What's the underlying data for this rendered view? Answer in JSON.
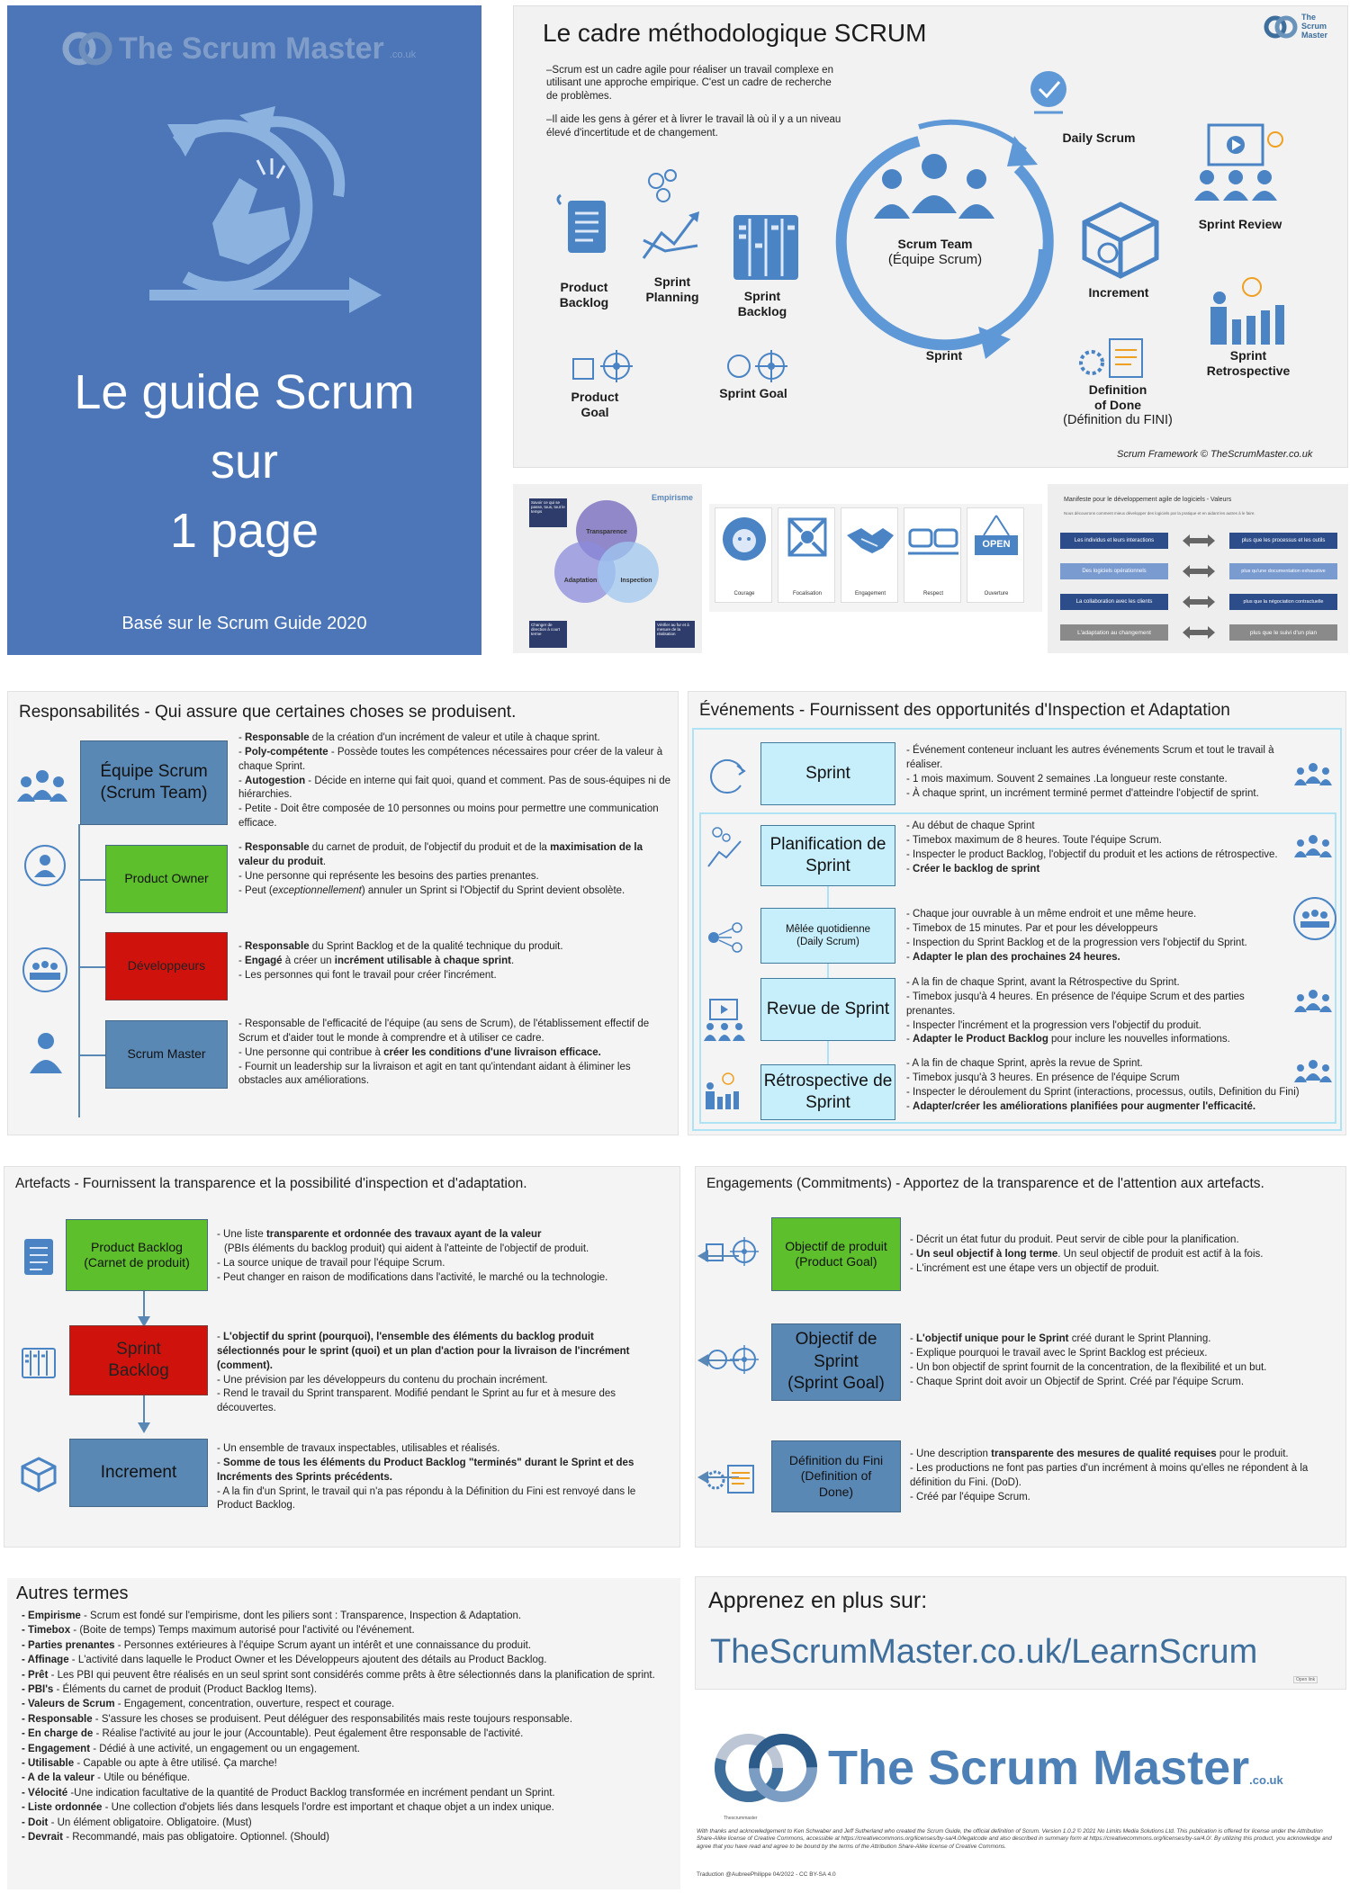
{
  "cover": {
    "brand": "The Scrum Master",
    "brand_suffix": ".co.uk",
    "title_line1": "Le guide Scrum",
    "title_line2": "sur",
    "title_line3": "1 page",
    "subtitle": "Basé sur le Scrum Guide 2020"
  },
  "framework": {
    "title": "Le cadre méthodologique SCRUM",
    "logo_text": "The Scrum Master",
    "intro1": "–Scrum est un cadre agile pour réaliser un travail complexe en utilisant une approche empirique. C'est un cadre de recherche de problèmes.",
    "intro2": "–Il aide les gens à gérer et à livrer le travail là où il y a un niveau élevé d'incertitude et de changement.",
    "product_backlog": "Product Backlog",
    "sprint_planning": "Sprint Planning",
    "sprint_backlog": "Sprint Backlog",
    "product_goal": "Product Goal",
    "sprint_goal": "Sprint Goal",
    "scrum_team": "Scrum Team",
    "scrum_team_fr": "(Équipe Scrum)",
    "daily_scrum": "Daily Scrum",
    "sprint": "Sprint",
    "increment": "Increment",
    "sprint_review": "Sprint Review",
    "sprint_retro": "Sprint Retrospective",
    "dod": "Definition of Done",
    "dod_fr": "(Définition du FINI)",
    "credit": "Scrum Framework © TheScrumMaster.co.uk"
  },
  "empirisme": {
    "title": "Empirisme",
    "transparence": "Transparence",
    "adaptation": "Adaptation",
    "inspection": "Inspection",
    "note_tl": "Savoir ce qui se passe, tous, tout le temps",
    "note_bl": "Changer de direction à court terme",
    "note_br": "Vérifier au fur et à mesure de la réalisation"
  },
  "valeurs": [
    "Courage",
    "Focalisation",
    "Engagement",
    "Respect",
    "Ouverture"
  ],
  "valeurs_open": "OPEN",
  "manifeste": {
    "title": "Manifeste pour le développement agile de logiciels - Valeurs",
    "sub": "Nous découvrons comment mieux développer des logiciels par la pratique et en aidant les autres à le faire.",
    "rows": [
      [
        "Les individus et leurs interactions",
        "plus que les processus et les outils"
      ],
      [
        "Des logiciels opérationnels",
        "plus qu'une documentation exhaustive"
      ],
      [
        "La collaboration avec les clients",
        "plus que la négociation contractuelle"
      ],
      [
        "L'adaptation au changement",
        "plus que le suivi d'un plan"
      ]
    ]
  },
  "resp": {
    "title": "Responsabilités - Qui assure que certaines choses se produisent.",
    "team_label": "Équipe Scrum (Scrum Team)",
    "po_label": "Product Owner",
    "dev_label": "Développeurs",
    "sm_label": "Scrum Master",
    "team_l1b": "Responsable",
    "team_l1": " de la création d'un incrément de valeur et utile à chaque sprint.",
    "team_l2b": "Poly-compétente",
    "team_l2": " - Possède toutes les compétences nécessaires pour créer de la valeur à chaque Sprint.",
    "team_l3b": "Autogestion",
    "team_l3": " - Décide en interne qui fait quoi, quand et comment. Pas de sous-équipes ni de hiérarchies.",
    "team_l4": "Petite - Doit être composée de 10 personnes ou moins pour permettre une communication efficace.",
    "po_l1b": "Responsable",
    "po_l1": " du carnet de produit, de l'objectif du produit et de la ",
    "po_l1b2": "maximisation de la valeur du produit",
    "po_l2": "Une personne qui représente les besoins des parties prenantes.",
    "po_l3a": "Peut (",
    "po_l3i": "exceptionnellement",
    "po_l3b": ") annuler un Sprint si l'Objectif du Sprint devient obsolète.",
    "dev_l1b": "Responsable",
    "dev_l1": " du Sprint Backlog et de la qualité technique du produit.",
    "dev_l2b": "Engagé",
    "dev_l2": " à créer un ",
    "dev_l2b2": "incrément utilisable à chaque sprint",
    "dev_l3": "Les personnes qui font le travail pour créer l'incrément.",
    "sm_l1": "Responsable de l'efficacité de l'équipe (au sens de Scrum), de l'établissement effectif de Scrum et d'aider tout le monde à comprendre et à utiliser ce cadre.",
    "sm_l2a": "Une personne qui contribue à ",
    "sm_l2b": "créer les conditions d'une livraison efficace.",
    "sm_l3": "Fournit un leadership sur la livraison et agit en tant qu'intendant aidant à éliminer les obstacles aux améliorations."
  },
  "events": {
    "title": "Événements - Fournissent des opportunités d'Inspection et Adaptation",
    "sprint_label": "Sprint",
    "sp_l1": "Événement conteneur incluant les autres événements Scrum et tout le travail à réaliser.",
    "sp_l2": "1 mois maximum. Souvent 2 semaines .La longueur reste constante.",
    "sp_l3": "À chaque sprint, un incrément terminé permet d'atteindre l'objectif de sprint.",
    "plan_label": "Planification de Sprint",
    "pl_l1": "Au début de chaque Sprint",
    "pl_l2": "Timebox maximum de 8 heures. Toute l'équipe Scrum.",
    "pl_l3": "Inspecter le product Backlog, l'objectif du produit et les actions de rétrospective.",
    "pl_l4b": "Créer le backlog de sprint",
    "daily_label1": "Mêlée quotidienne",
    "daily_label2": "(Daily Scrum)",
    "dl_l1": "Chaque jour ouvrable à un même endroit et une même heure.",
    "dl_l2": "Timebox de 15 minutes. Par et pour les développeurs",
    "dl_l3": "Inspection du Sprint Backlog et de la progression vers l'objectif du Sprint.",
    "dl_l4b": "Adapter le plan des prochaines 24 heures.",
    "review_label": "Revue de Sprint",
    "rv_l1": "A la fin de chaque Sprint, avant la Rétrospective du Sprint.",
    "rv_l2": "Timebox jusqu'à 4 heures. En présence de l'équipe Scrum et des parties prenantes.",
    "rv_l3": "Inspecter l'incrément et la progression vers l'objectif du produit.",
    "rv_l4b": "Adapter le Product Backlog",
    "rv_l4": " pour inclure les nouvelles informations.",
    "retro_label": "Rétrospective de Sprint",
    "rt_l1": "A la fin de chaque Sprint, après la revue de Sprint.",
    "rt_l2": "Timebox jusqu'à 3 heures. En présence de l'équipe Scrum",
    "rt_l3": "Inspecter le déroulement du Sprint (interactions, processus, outils, Definition du Fini)",
    "rt_l4b": "Adapter/créer les améliorations planifiées pour augmenter l'efficacité."
  },
  "artefacts": {
    "title": "Artefacts - Fournissent la transparence et la possibilité d'inspection et d'adaptation.",
    "pb_label1": "Product Backlog",
    "pb_label2": "(Carnet de produit)",
    "pb_l1a": "Une liste ",
    "pb_l1b": "transparente et ordonnée des travaux  ayant de la valeur",
    "pb_l1c": "(PBIs éléments du backlog produit) qui aident à l'atteinte de l'objectif de produit.",
    "pb_l2": "La source unique de travail pour l'équipe Scrum.",
    "pb_l3": "Peut changer en raison de modifications dans l'activité, le marché ou la technologie.",
    "sb_label": "Sprint Backlog",
    "sb_l1b": "L'objectif du sprint (pourquoi), l'ensemble des éléments du backlog produit sélectionnés pour le sprint (quoi) et un plan d'action pour la livraison de l'incrément (comment).",
    "sb_l2": "Une prévision par les développeurs du contenu du prochain incrément.",
    "sb_l3": "Rend le travail du Sprint transparent. Modifié pendant le Sprint au fur et à mesure des découvertes.",
    "inc_label": "Increment",
    "inc_l1": "Un ensemble de travaux inspectables, utilisables et réalisés.",
    "inc_l2b": "Somme de tous les éléments du Product Backlog \"terminés\" durant le Sprint et des Incréments des Sprints précédents.",
    "inc_l3": "A la fin d'un Sprint, le travail qui n'a pas répondu à la Définition du Fini est renvoyé dans le Product Backlog."
  },
  "commit": {
    "title": "Engagements (Commitments) - Apportez de la transparence et de l'attention aux artefacts.",
    "pg_label1": "Objectif de produit",
    "pg_label2": "(Product Goal)",
    "pg_l1": "Décrit un état futur du produit. Peut servir de cible pour la planification.",
    "pg_l2b": "Un seul objectif à long terme",
    "pg_l2": ". Un seul objectif de produit est actif à la fois.",
    "pg_l3": "L'incrément est une étape vers un objectif de produit.",
    "sg_label1": "Objectif de Sprint",
    "sg_label2": "(Sprint Goal)",
    "sg_l1b": "L'objectif unique pour le Sprint",
    "sg_l1": " créé durant le Sprint Planning.",
    "sg_l2": "Explique pourquoi le travail avec le Sprint Backlog est précieux.",
    "sg_l3": "Un bon objectif de sprint fournit de la concentration, de la flexibilité et un but.",
    "sg_l4": "Chaque Sprint doit avoir un Objectif de Sprint. Créé par l'équipe Scrum.",
    "dod_label1": "Définition du Fini",
    "dod_label2": "(Definition of Done)",
    "dod_l1a": "Une description ",
    "dod_l1b": "transparente des mesures de qualité requises",
    "dod_l1c": " pour le produit.",
    "dod_l2": "Les productions ne font pas parties d'un incrément à moins qu'elles ne répondent à la définition du Fini. (DoD).",
    "dod_l3": "Créé par l'équipe Scrum."
  },
  "autres": {
    "title": "Autres termes",
    "terms": [
      [
        "Empirisme",
        " - Scrum est fondé sur l'empirisme, dont les piliers sont : Transparence, Inspection & Adaptation."
      ],
      [
        "Timebox",
        " - (Boite de temps) Temps maximum autorisé pour l'activité ou l'événement."
      ],
      [
        "Parties prenantes",
        " - Personnes extérieures à l'équipe Scrum ayant un intérêt et une connaissance du produit."
      ],
      [
        "Affinage",
        " - L'activité dans laquelle le Product Owner et les Développeurs ajoutent des détails au Product Backlog."
      ],
      [
        "Prêt",
        " - Les PBI qui peuvent être réalisés en un seul sprint sont considérés comme prêts à être sélectionnés dans la planification de sprint."
      ],
      [
        "PBI's",
        " - Éléments du carnet de produit (Product Backlog Items)."
      ],
      [
        "Valeurs de Scrum",
        " - Engagement, concentration, ouverture, respect et courage."
      ],
      [
        "Responsable",
        " - S'assure les choses se produisent. Peut déléguer des responsabilités mais reste toujours responsable."
      ],
      [
        "En charge de",
        " - Réalise l'activité au jour le jour  (Accountable). Peut également être responsable de l'activité."
      ],
      [
        "Engagement",
        " - Dédié à une activité, un engagement ou un engagement."
      ],
      [
        "Utilisable",
        " - Capable ou apte à être utilisé. Ça marche!"
      ],
      [
        "A de la valeur",
        " - Utile ou bénéfique."
      ],
      [
        "Vélocité",
        " -Une indication facultative de la quantité de Product Backlog transformée en incrément pendant un Sprint."
      ],
      [
        "Liste ordonnée",
        " - Une collection d'objets liés dans lesquels l'ordre est important et chaque objet a un index unique."
      ],
      [
        "Doit",
        " - Un élément obligatoire. Obligatoire. (Must)"
      ],
      [
        "Devrait",
        " - Recommandé, mais pas obligatoire. Optionnel. (Should)"
      ]
    ]
  },
  "learn": {
    "title": "Apprenez en plus sur:",
    "url": "TheScrumMaster.co.uk/LearnScrum",
    "open_link": "Open link",
    "brand": "The Scrum Master",
    "brand_suffix": ".co.uk",
    "small_brand": "Thescrummaster",
    "legal": "With thanks and acknowledgement to Ken Schwaber and Jeff Sutherland who created the Scrum Guide, the official definition of Scrum. Version 1.0.2 © 2021 No Limits Media Solutions Ltd. This publication is offered for license under the Attribution Share-Alike license of Creative Commons, accessible at https://creativecommons.org/licenses/by-sa/4.0/legalcode and also described in summary form at https://creativecommons.org/licenses/by-sa/4.0/. By utilizing this product, you acknowledge and agree that you have read and agree to be bound by the terms of the Attribution Share-Alike license of Creative Commons.",
    "translation": "Traduction @AubreePhilippe 04/2022 - CC BY-SA 4.0"
  },
  "colors": {
    "cover_bg": "#4c76b8",
    "box_blue": "#5a88b5",
    "box_green": "#5ebf2d",
    "box_red": "#d0120d",
    "box_lightblue": "#c7eefb",
    "url_blue": "#3d6e9c"
  }
}
